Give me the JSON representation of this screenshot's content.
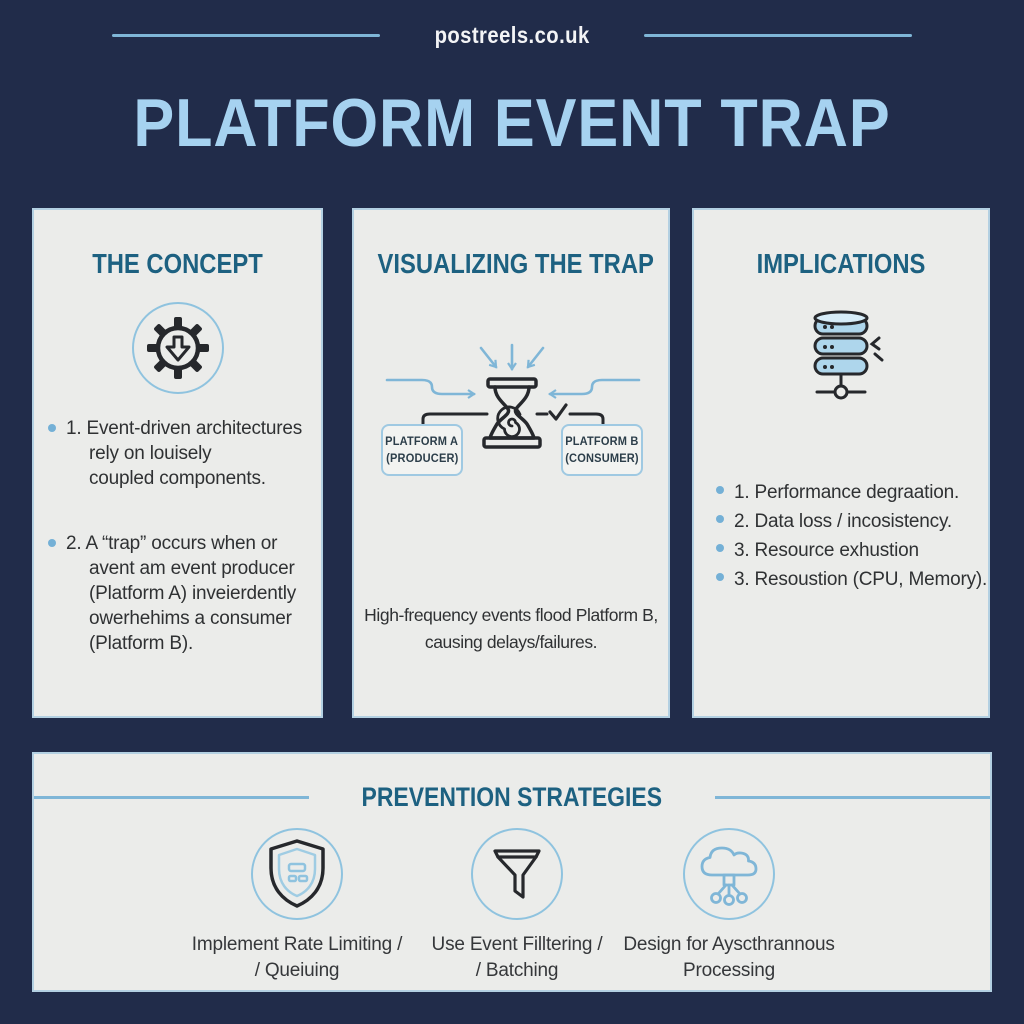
{
  "header": {
    "site": "postreels.co.uk"
  },
  "title": "PLATFORM EVENT TRAP",
  "cards": {
    "concept": {
      "heading": "THE CONCEPT",
      "icon": "gear-download-icon",
      "bullets": [
        {
          "lines": [
            "1. Event-driven architectures",
            "rely on louisely",
            "coupled components."
          ]
        },
        {
          "lines": [
            "2. A “trap” occurs when or",
            "avent am event producer",
            "(Platform A) inveierdently",
            "owerhehims a consumer",
            "(Platform B)."
          ]
        }
      ]
    },
    "visualizing": {
      "heading": "VISUALIZING THE TRAP",
      "icon": "hourglass-overload-icon",
      "producer_box": {
        "line1": "PLATFORM A",
        "line2": "(PRODUCER)"
      },
      "consumer_box": {
        "line1": "PLATFORM B",
        "line2": "(CONSUMER)"
      },
      "caption_lines": [
        "High-frequency events flood Platform B,",
        "causing delays/failures."
      ]
    },
    "implications": {
      "heading": "IMPLICATIONS",
      "icon": "server-stack-icon",
      "bullets": [
        "1. Performance degraation.",
        "2. Data loss / incosistency.",
        "3. Resource exhustion",
        "3. Resoustion (CPU, Memory)."
      ]
    },
    "prevention": {
      "heading": "PREVENTION STRATEGIES",
      "items": [
        {
          "icon": "shield-checklist-icon",
          "label_lines": [
            "Implement Rate Limiting /",
            "/ Queiuing"
          ]
        },
        {
          "icon": "funnel-icon",
          "label_lines": [
            "Use Event Filltering /",
            "/ Batching"
          ]
        },
        {
          "icon": "cloud-network-icon",
          "label_lines": [
            "Design for Ayscthrannous",
            "Processing"
          ]
        }
      ]
    }
  },
  "colors": {
    "background": "#212c4a",
    "card_background": "#ebecea",
    "card_border": "#b3d0e2",
    "accent_light_blue": "#7fb6d7",
    "title_blue": "#a6d2f0",
    "heading_teal": "#1d6181",
    "body_text": "#2f3133",
    "icon_dark": "#26282c"
  }
}
